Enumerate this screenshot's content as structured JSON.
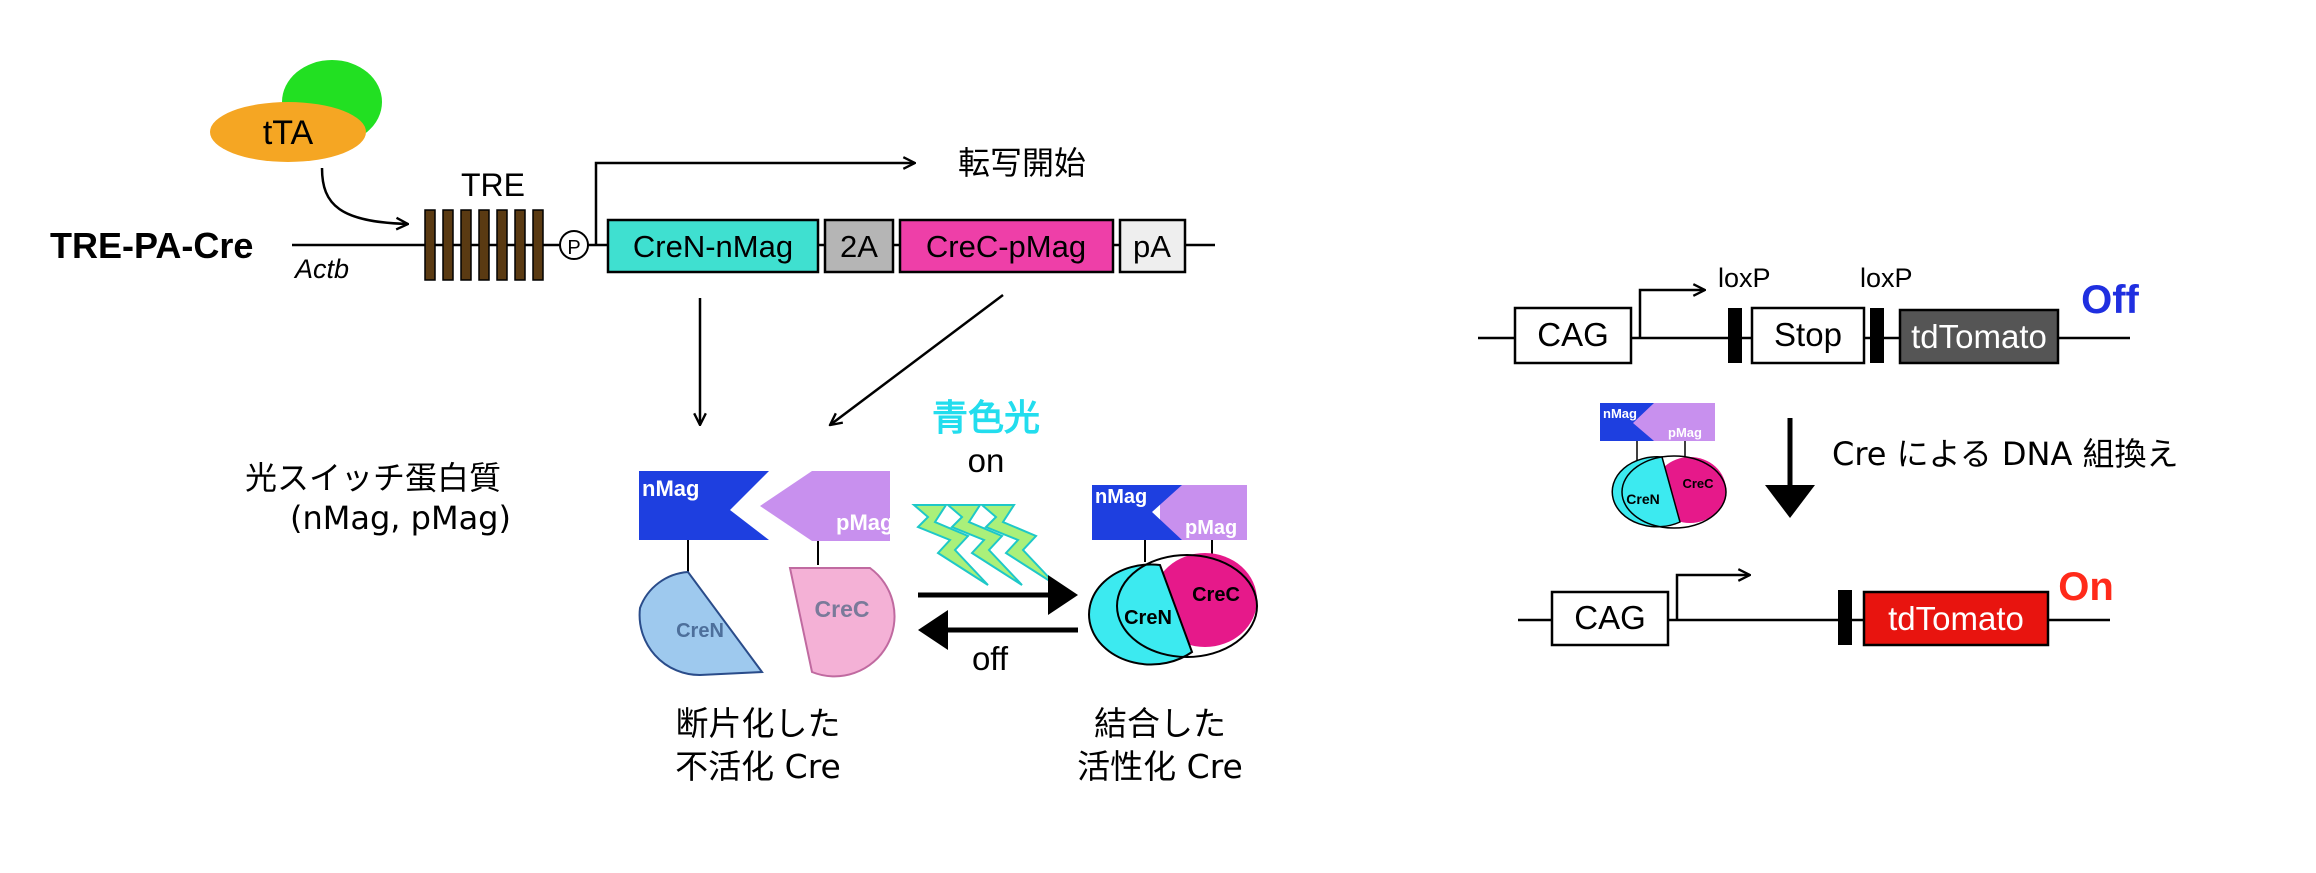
{
  "construct": {
    "name": "TRE-PA-Cre",
    "locus": "Actb",
    "activator": "tTA",
    "tre": "TRE",
    "promoter": "P",
    "transcription_start": "転写開始",
    "modules": [
      "CreN-nMag",
      "2A",
      "CreC-pMag",
      "pA"
    ]
  },
  "switch_label": {
    "line1": "光スイッチ蛋白質",
    "line2": "(nMag, pMag)"
  },
  "left": {
    "nmag": "nMag",
    "pmag": "pMag",
    "cren": "CreN",
    "crec": "CreC",
    "caption_line1": "断片化した",
    "caption_line2": "不活化 Cre"
  },
  "light": {
    "label": "青色光",
    "on": "on",
    "off": "off"
  },
  "right": {
    "nmag": "nMag",
    "pmag": "pMag",
    "cren": "CreN",
    "crec": "CreC",
    "caption_line1": "結合した",
    "caption_line2": "活性化 Cre"
  },
  "reporter": {
    "cag": "CAG",
    "loxp1": "loxP",
    "loxp2": "loxP",
    "stop": "Stop",
    "tdtomato": "tdTomato",
    "off": "Off",
    "recomb": "Cre による DNA 組換え",
    "cag_after": "CAG",
    "tdtomato_after": "tdTomato",
    "on": "On",
    "mini_nmag": "nMag",
    "mini_pmag": "pMag",
    "mini_cren": "CreN",
    "mini_crec": "CreC"
  },
  "colors": {
    "cyan_box": "#3fe0d0",
    "magenta_box": "#ee3fa8",
    "gray_box": "#b5b5b5",
    "nmag_blue": "#1e3fe0",
    "pmag_purple": "#c890ee",
    "cren_light": "#9ec9ee",
    "crec_light": "#f4b1d6",
    "cren_active": "#3ceaf0",
    "crec_active": "#e6198a",
    "tre_brown": "#5a3a12",
    "tta_orange": "#f5a623",
    "tta_green": "#22e022",
    "blue_light": "#22ddee",
    "off_blue": "#1f2fe0",
    "on_red": "#ff2a1a",
    "td_dark": "#555555",
    "td_red": "#e8140f"
  }
}
